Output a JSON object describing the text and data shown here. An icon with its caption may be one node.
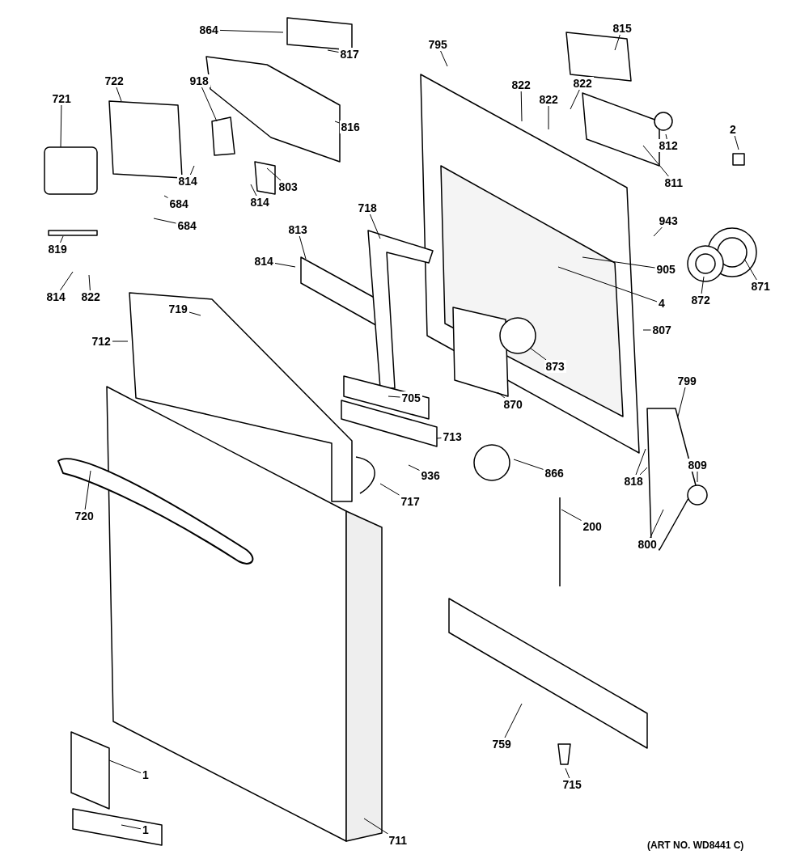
{
  "diagram": {
    "nodes": [
      {
        "text": [
          "864"
        ]
      },
      {
        "text": [
          "817"
        ]
      },
      {
        "text": [
          "795"
        ]
      },
      {
        "text": [
          "815"
        ]
      },
      {
        "text": [
          "722"
        ]
      },
      {
        "text": [
          "918"
        ]
      },
      {
        "text": [
          "822"
        ]
      },
      {
        "text": [
          "822"
        ]
      },
      {
        "text": [
          "822"
        ]
      },
      {
        "text": [
          "721"
        ]
      },
      {
        "text": [
          "816"
        ]
      },
      {
        "text": [
          "812"
        ]
      },
      {
        "text": [
          "2"
        ]
      },
      {
        "text": [
          "814"
        ]
      },
      {
        "text": [
          "684"
        ]
      },
      {
        "text": [
          "803"
        ]
      },
      {
        "text": [
          "811"
        ]
      },
      {
        "text": [
          "814"
        ]
      },
      {
        "text": [
          "684"
        ]
      },
      {
        "text": [
          "943"
        ]
      },
      {
        "text": [
          "718"
        ]
      },
      {
        "text": [
          "813"
        ]
      },
      {
        "text": [
          "819"
        ]
      },
      {
        "text": [
          "814"
        ]
      },
      {
        "text": [
          "905"
        ]
      },
      {
        "text": [
          "871"
        ]
      },
      {
        "text": [
          "872"
        ]
      },
      {
        "text": [
          "4"
        ]
      },
      {
        "text": [
          "814"
        ]
      },
      {
        "text": [
          "822"
        ]
      },
      {
        "text": [
          "719"
        ]
      },
      {
        "text": [
          "807"
        ]
      },
      {
        "text": [
          "712"
        ]
      },
      {
        "text": [
          "873"
        ]
      },
      {
        "text": [
          "799"
        ]
      },
      {
        "text": [
          "705"
        ]
      },
      {
        "text": [
          "870"
        ]
      },
      {
        "text": [
          "713"
        ]
      },
      {
        "text": [
          "936"
        ]
      },
      {
        "text": [
          "866"
        ]
      },
      {
        "text": [
          "809"
        ]
      },
      {
        "text": [
          "818"
        ]
      },
      {
        "text": [
          "717"
        ]
      },
      {
        "text": [
          "720"
        ]
      },
      {
        "text": [
          "200"
        ]
      },
      {
        "text": [
          "800"
        ]
      },
      {
        "text": [
          "759"
        ]
      },
      {
        "text": [
          "1"
        ]
      },
      {
        "text": [
          "715"
        ]
      },
      {
        "text": [
          "1"
        ]
      },
      {
        "text": [
          "711"
        ]
      }
    ],
    "edges": [
      {
        "from": 0,
        "to": null,
        "arrow": "none"
      },
      {
        "from": 1,
        "to": null,
        "arrow": "none"
      },
      {
        "from": 2,
        "to": null,
        "arrow": "none"
      },
      {
        "from": 3,
        "to": null,
        "arrow": "none"
      },
      {
        "from": 4,
        "to": null,
        "arrow": "none"
      },
      {
        "from": 5,
        "to": null,
        "arrow": "none"
      },
      {
        "from": 6,
        "to": null,
        "arrow": "none"
      },
      {
        "from": 7,
        "to": null,
        "arrow": "none"
      },
      {
        "from": 8,
        "to": null,
        "arrow": "none"
      },
      {
        "from": 9,
        "to": null,
        "arrow": "none"
      },
      {
        "from": 10,
        "to": null,
        "arrow": "none"
      },
      {
        "from": 11,
        "to": null,
        "arrow": "none"
      },
      {
        "from": 12,
        "to": null,
        "arrow": "none"
      },
      {
        "from": 13,
        "to": null,
        "arrow": "none"
      },
      {
        "from": 14,
        "to": null,
        "arrow": "none"
      },
      {
        "from": 15,
        "to": null,
        "arrow": "none"
      },
      {
        "from": 16,
        "to": null,
        "arrow": "none"
      },
      {
        "from": 17,
        "to": null,
        "arrow": "none"
      },
      {
        "from": 18,
        "to": null,
        "arrow": "none"
      },
      {
        "from": 19,
        "to": null,
        "arrow": "none"
      },
      {
        "from": 20,
        "to": null,
        "arrow": "none"
      },
      {
        "from": 21,
        "to": null,
        "arrow": "none"
      },
      {
        "from": 22,
        "to": null,
        "arrow": "none"
      },
      {
        "from": 23,
        "to": null,
        "arrow": "none"
      },
      {
        "from": 24,
        "to": null,
        "arrow": "none"
      },
      {
        "from": 25,
        "to": null,
        "arrow": "none"
      },
      {
        "from": 26,
        "to": null,
        "arrow": "none"
      },
      {
        "from": 27,
        "to": null,
        "arrow": "none"
      },
      {
        "from": 28,
        "to": null,
        "arrow": "none"
      },
      {
        "from": 29,
        "to": null,
        "arrow": "none"
      },
      {
        "from": 30,
        "to": null,
        "arrow": "none"
      },
      {
        "from": 31,
        "to": null,
        "arrow": "none"
      },
      {
        "from": 32,
        "to": null,
        "arrow": "none"
      },
      {
        "from": 33,
        "to": null,
        "arrow": "none"
      },
      {
        "from": 34,
        "to": null,
        "arrow": "none"
      },
      {
        "from": 35,
        "to": null,
        "arrow": "none"
      },
      {
        "from": 36,
        "to": null,
        "arrow": "none"
      },
      {
        "from": 37,
        "to": null,
        "arrow": "none"
      },
      {
        "from": 38,
        "to": null,
        "arrow": "none"
      },
      {
        "from": 39,
        "to": null,
        "arrow": "none"
      },
      {
        "from": 40,
        "to": null,
        "arrow": "none"
      },
      {
        "from": 41,
        "to": null,
        "arrow": "none"
      },
      {
        "from": 41,
        "to": null,
        "arrow": "none"
      },
      {
        "from": 42,
        "to": null,
        "arrow": "none"
      },
      {
        "from": 43,
        "to": null,
        "arrow": "none"
      },
      {
        "from": 44,
        "to": null,
        "arrow": "none"
      },
      {
        "from": 45,
        "to": null,
        "arrow": "none"
      },
      {
        "from": 46,
        "to": null,
        "arrow": "none"
      },
      {
        "from": 47,
        "to": null,
        "arrow": "none"
      },
      {
        "from": 48,
        "to": null,
        "arrow": "none"
      },
      {
        "from": 49,
        "to": null,
        "arrow": "none"
      },
      {
        "from": 50,
        "to": null,
        "arrow": "none"
      }
    ],
    "labels": [
      "(ART NO. WD8441 C)"
    ]
  }
}
